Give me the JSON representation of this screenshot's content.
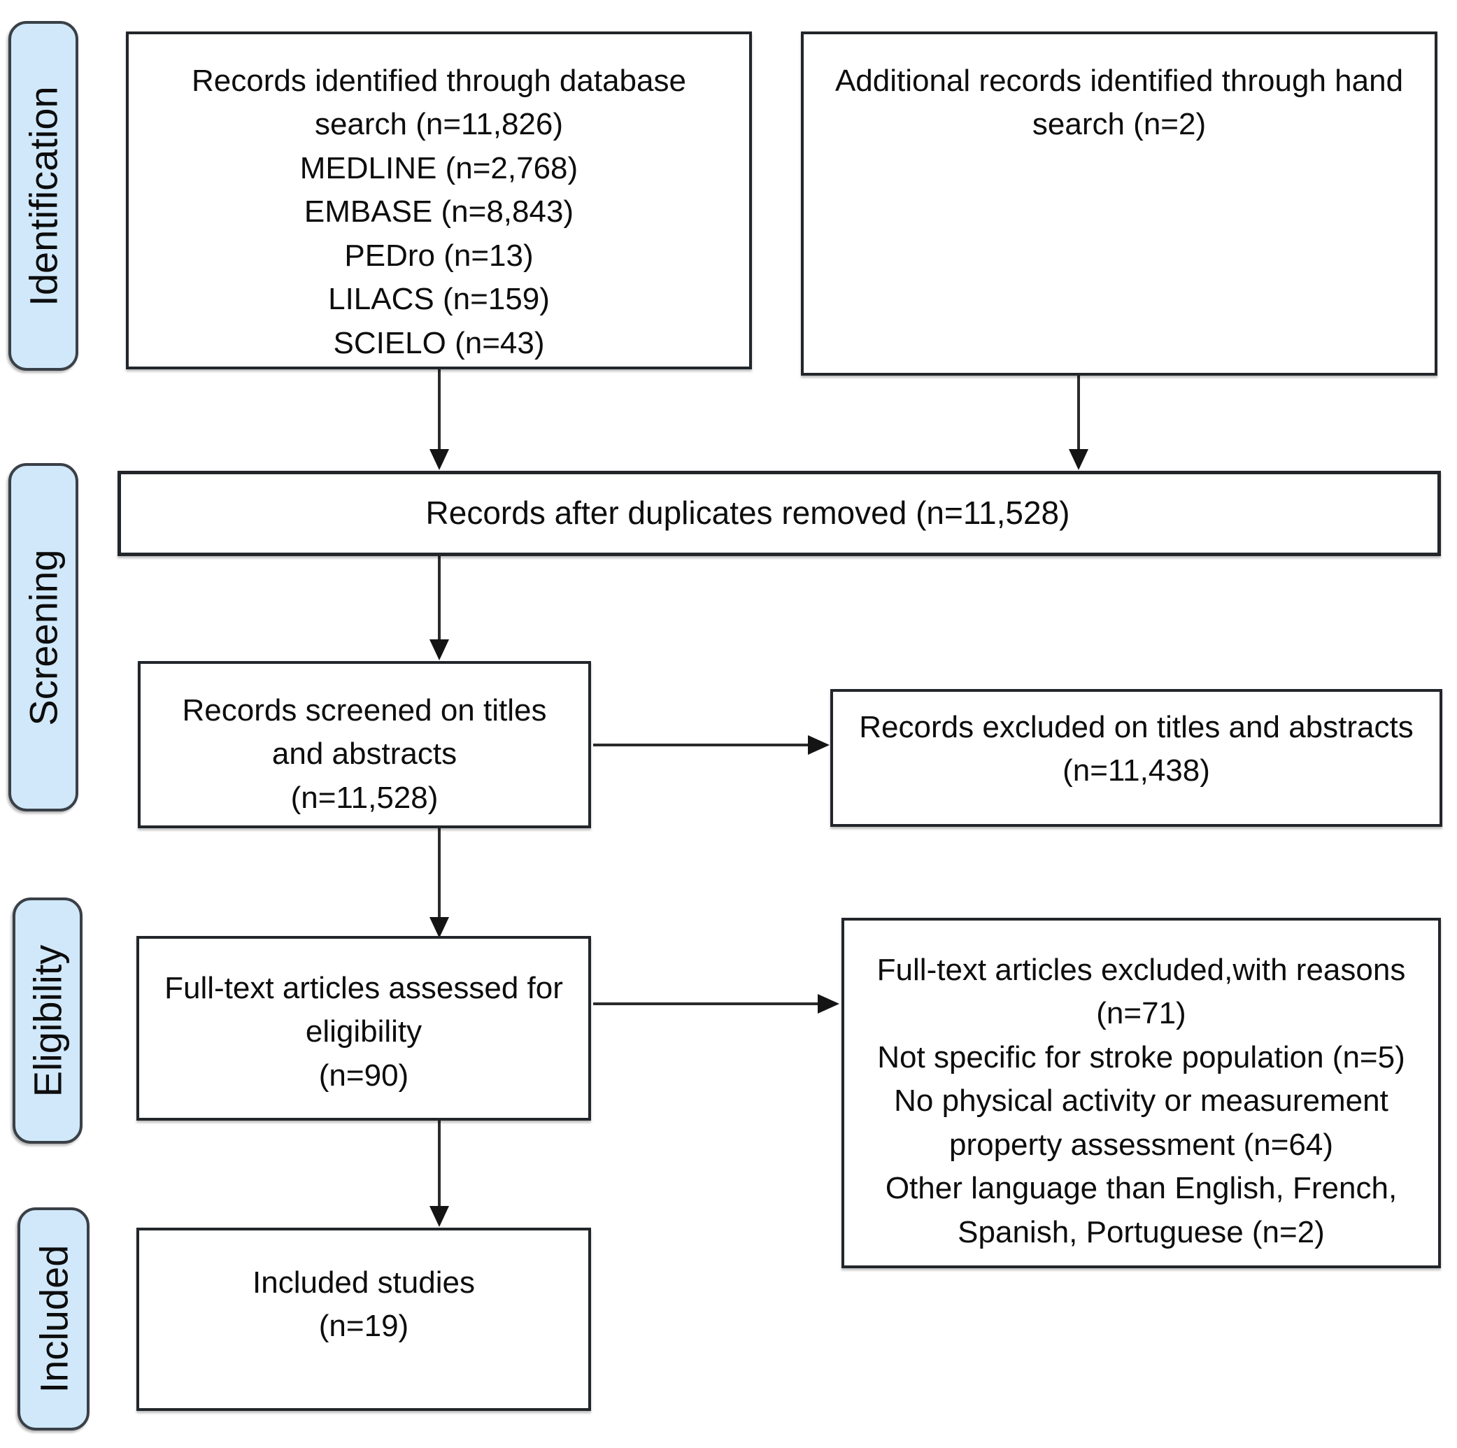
{
  "colors": {
    "stage-fill": "#d0e8fa",
    "stage-border": "#3a4047",
    "box-border": "#22262a",
    "arrow": "#2b2b2b",
    "text": "#0d0d0d"
  },
  "stages": {
    "identification": "Identification",
    "screening": "Screening",
    "eligibility": "Eligibility",
    "included": "Included"
  },
  "boxes": {
    "database_search": "Records identified through database\nsearch (n=11,826)\nMEDLINE (n=2,768)\nEMBASE (n=8,843)\nPEDro (n=13)\nLILACS (n=159)\nSCIELO (n=43)",
    "hand_search": "Additional records identified through hand\nsearch (n=2)",
    "duplicates_removed": "Records after duplicates removed (n=11,528)",
    "records_screened": "Records screened on titles\nand abstracts\n(n=11,528)",
    "records_excluded": "Records excluded on titles and abstracts\n(n=11,438)",
    "fulltext_assessed": "Full-text articles assessed for\neligibility\n(n=90)",
    "fulltext_excluded": "Full-text articles excluded,with reasons\n(n=71)\nNot specific for stroke population (n=5)\nNo physical activity or measurement\nproperty assessment (n=64)\nOther language than English, French,\nSpanish, Portuguese (n=2)",
    "included_studies": "Included studies\n(n=19)"
  }
}
